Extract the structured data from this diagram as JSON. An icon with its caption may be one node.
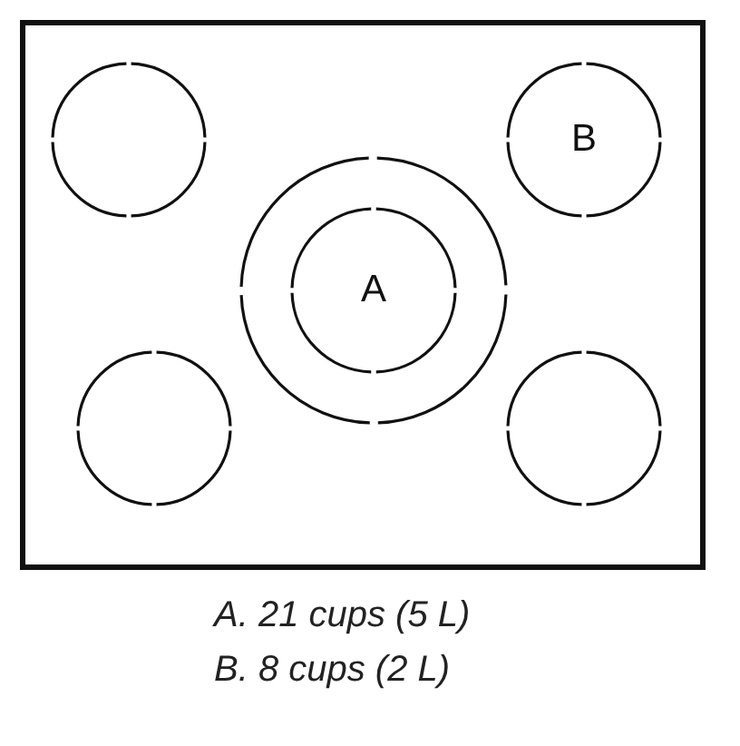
{
  "diagram": {
    "nodes": [
      {
        "text": [],
        "shape": "box"
      },
      {
        "text": [],
        "shape": "circle",
        "in": 0
      },
      {
        "text": [
          "B"
        ],
        "in": 0
      },
      {
        "text": [],
        "shape": "circle",
        "in": 0
      },
      {
        "text": [
          "A"
        ],
        "in": 3
      },
      {
        "text": [],
        "shape": "circle",
        "in": 0
      },
      {
        "text": [],
        "shape": "circle",
        "in": 0
      }
    ],
    "labels": [
      "A. 21 cups (5 L)",
      "B. 8 cups (2 L)"
    ]
  }
}
